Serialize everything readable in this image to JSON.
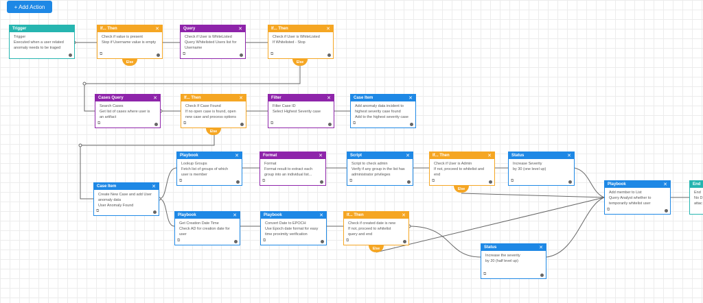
{
  "toolbar": {
    "add_action": "+ Add Action"
  },
  "nodes": {
    "trigger": {
      "title": "Trigger",
      "lines": [
        "Trigger",
        "Executed when a user related",
        "anomaly needs to be traged"
      ]
    },
    "ifthen1": {
      "title": "If... Then",
      "lines": [
        "Check if value is present",
        "Stop if Username value is empty"
      ]
    },
    "query1": {
      "title": "Query",
      "lines": [
        "Check if User is WhiteListed",
        "Query Whitelisted Users list for",
        "Username"
      ]
    },
    "ifthen2": {
      "title": "If... Then",
      "lines": [
        "Check if User is WhiteListed",
        "If Whitelisted - Stop"
      ]
    },
    "casesquery": {
      "title": "Cases Query",
      "lines": [
        "Search Cases",
        "Get list of cases where user is",
        "an artifact"
      ]
    },
    "ifthen3": {
      "title": "If... Then",
      "lines": [
        "Check If Case Found",
        "If no open case is found, open",
        "new case and process options"
      ]
    },
    "filter": {
      "title": "Filter",
      "lines": [
        "Filter Case ID",
        "Select Highest Severity case"
      ]
    },
    "caseitem1": {
      "title": "Case Item",
      "lines": [
        "Add anomaly data incident to",
        "highest severity case found",
        "Add to the highest severity case"
      ]
    },
    "playbook1": {
      "title": "Playbook",
      "lines": [
        "Lookup Groups",
        "Fetch list of groups of which",
        "user is member"
      ]
    },
    "format1": {
      "title": "Format",
      "lines": [
        "Format",
        "Format result to extract each",
        "group into an individual list..."
      ]
    },
    "script1": {
      "title": "Script",
      "lines": [
        "Script to check admin",
        "Verify if any group in the list has",
        "administrator privileges"
      ]
    },
    "ifthen4": {
      "title": "If... Then",
      "lines": [
        "Check if User is Admin",
        "If not, proceed to whitelist and",
        "end"
      ]
    },
    "status1": {
      "title": "Status",
      "lines": [
        "Increase Severity",
        "by 30 (one level up)"
      ]
    },
    "caseitem2": {
      "title": "Case Item",
      "lines": [
        "Create New Case and add User",
        "anomaly data",
        "User Anomaly Found"
      ]
    },
    "playbook2": {
      "title": "Playbook",
      "lines": [
        "Get Creation Date Time",
        "Check AD for creation date for",
        "user"
      ]
    },
    "playbook3": {
      "title": "Playbook",
      "lines": [
        "Convert Date to EPOCH",
        "Use Epoch date format for easy",
        "time proximity verification"
      ]
    },
    "ifthen5": {
      "title": "If... Then",
      "lines": [
        "Check if created date is new",
        "If not, proceed to whitelist",
        "query and end"
      ]
    },
    "status2": {
      "title": "Status",
      "lines": [
        "Increase the severity",
        "by 20 (half level up)"
      ]
    },
    "playbook4": {
      "title": "Playbook",
      "lines": [
        "Add member to List",
        "Query Analyst whether to",
        "temporarily whitelist user"
      ]
    },
    "end": {
      "title": "End",
      "lines": [
        "End",
        "No D",
        "attac"
      ]
    }
  },
  "else_label": "Else",
  "colors": {
    "teal": "#26b5b0",
    "orange": "#f5a623",
    "purple": "#8e24aa",
    "blue": "#1e88e5",
    "wire": "#666666"
  }
}
